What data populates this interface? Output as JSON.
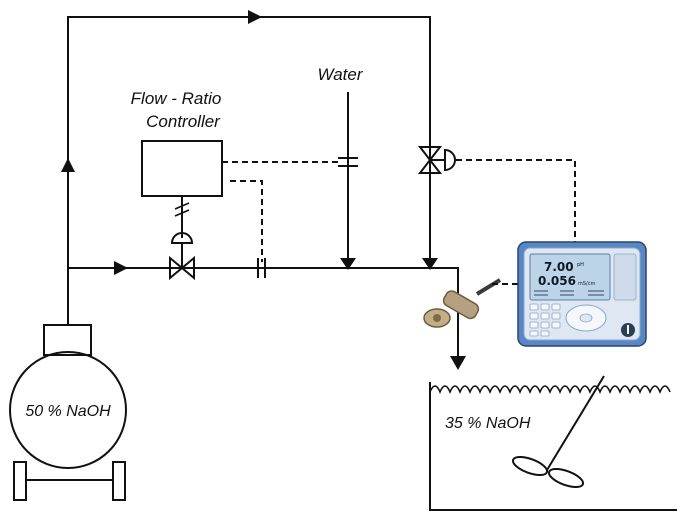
{
  "labels": {
    "water": "Water",
    "controller_line1": "Flow - Ratio",
    "controller_line2": "Controller",
    "tank_source": "50 % NaOH",
    "tank_dest": "35 % NaOH"
  },
  "analyzer": {
    "reading_primary": "7.00",
    "reading_primary_unit": "pH",
    "reading_secondary": "0.056",
    "reading_secondary_unit": "mS/cm"
  },
  "colors": {
    "line": "#111111",
    "analyzer_body": "#5b86c4",
    "analyzer_screen": "#bcd3e8",
    "sensor_body": "#b5a080"
  }
}
